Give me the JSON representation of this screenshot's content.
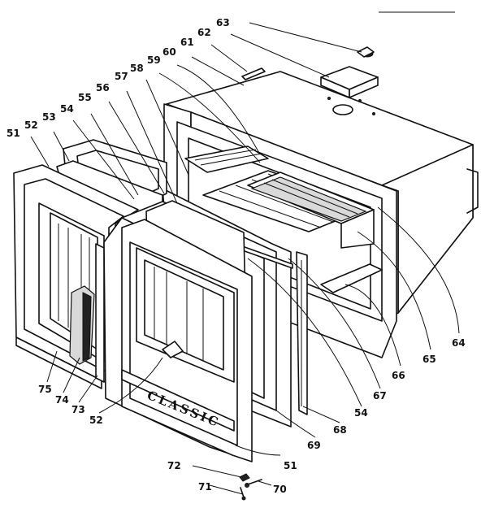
{
  "diagram": {
    "brand_text": "CLASSIC",
    "part_numbers": [
      "51",
      "52",
      "53",
      "54",
      "55",
      "56",
      "57",
      "58",
      "59",
      "60",
      "61",
      "62",
      "63",
      "64",
      "65",
      "66",
      "67",
      "54",
      "68",
      "69",
      "51",
      "72",
      "71",
      "70",
      "52",
      "73",
      "74",
      "75"
    ]
  }
}
